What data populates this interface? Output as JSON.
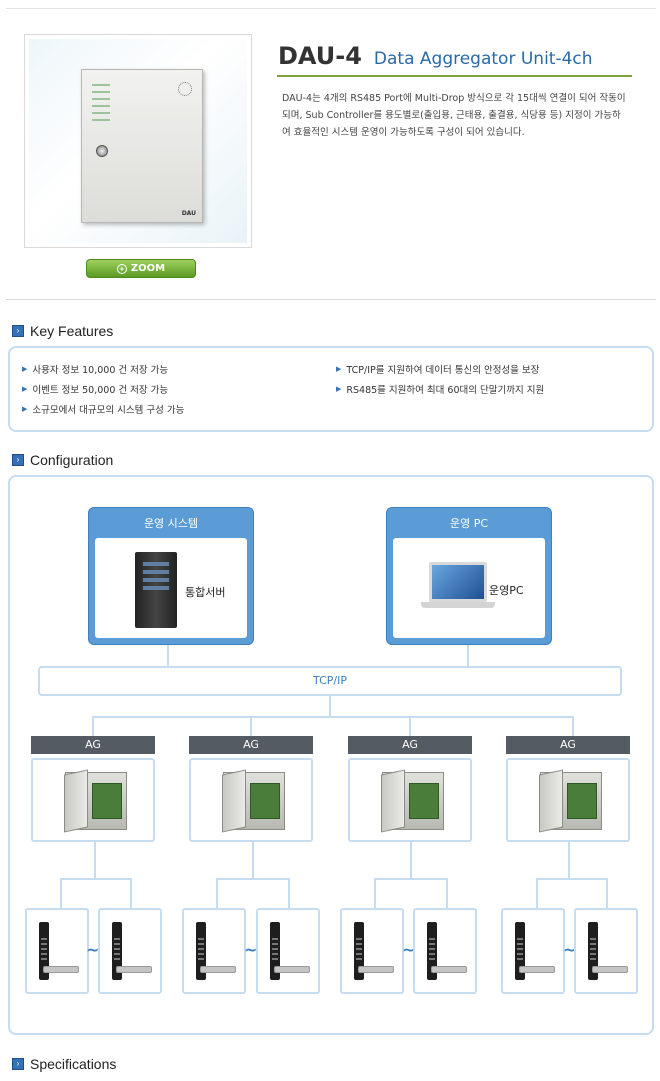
{
  "product": {
    "model": "DAU-4",
    "subtitle": "Data Aggregator Unit-4ch",
    "description": "DAU-4는 4개의 RS485 Port에 Multi-Drop 방식으로 각 15대씩 연결이 되어 작동이 되며, Sub Controller를 용도별로(출입용, 근태용, 출결용, 식당용 등) 지정이 가능하여 효율적인 시스템 운영이 가능하도록 구성이 되어 있습니다.",
    "image_brand": "DAU",
    "zoom_label": "ZOOM"
  },
  "sections": {
    "key_features": "Key Features",
    "configuration": "Configuration",
    "specifications": "Specifications"
  },
  "features": [
    "사용자 정보 10,000 건 저장 가능",
    "이벤트 정보 50,000 건 저장 가능",
    "소규모에서 대규모의 시스템 구성 가능",
    "TCP/IP를 지원하여 데이터 통신의 안정성을 보장",
    "RS485를 지원하여 최대 60대의 단말기까지 지원"
  ],
  "config": {
    "system_title": "운영 시스템",
    "system_label": "통합서버",
    "pc_title": "운영 PC",
    "pc_label": "운영PC",
    "network_label": "TCP/IP",
    "ag_labels": [
      "AG",
      "AG",
      "AG",
      "AG"
    ],
    "range_symbol": "~"
  }
}
